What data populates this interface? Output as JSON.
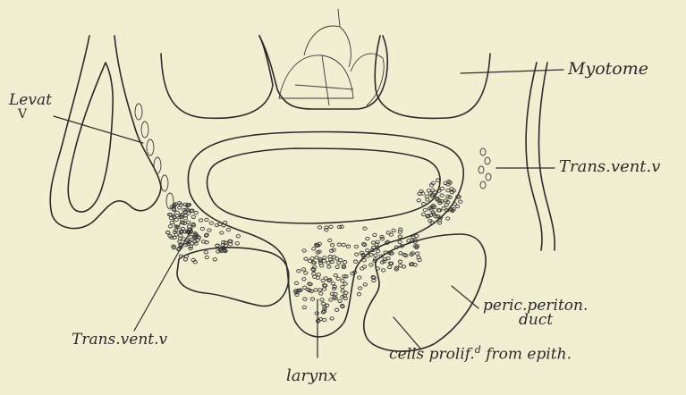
{
  "labels": {
    "levat": "Levat",
    "levat_v": "V",
    "myotome": "Myotome",
    "trans_vent_right": "Trans.vent.v",
    "trans_vent_left": "Trans.vent.v",
    "peric_periton": "peric.periton.",
    "duct": "duct",
    "cells_prolif": "cells prolif.",
    "cells_prolif_sup": "d",
    "from_epith": "from epith.",
    "larynx": "larynx"
  },
  "colors": {
    "paper": "#f1efd2",
    "ink": "#2b2b2b"
  }
}
